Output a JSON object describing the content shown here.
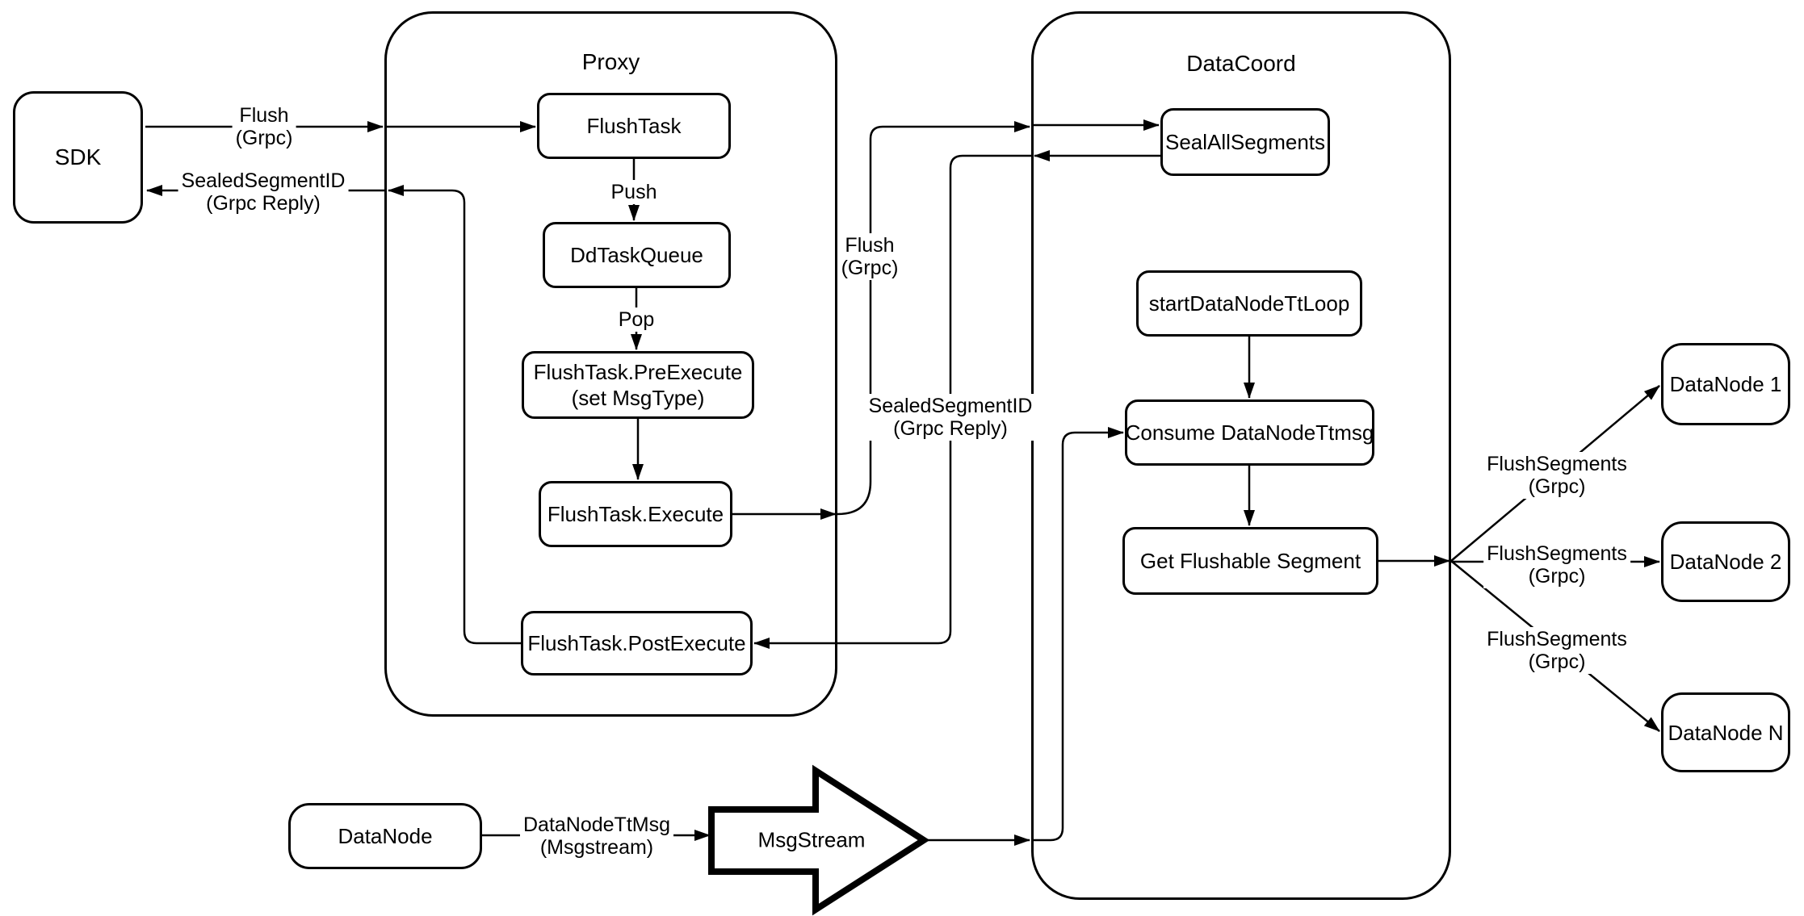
{
  "diagram": {
    "containers": {
      "proxy": {
        "title": "Proxy"
      },
      "datacoord": {
        "title": "DataCoord"
      }
    },
    "nodes": {
      "sdk": "SDK",
      "flush_task": "FlushTask",
      "dd_task_queue": "DdTaskQueue",
      "pre_execute_line1": "FlushTask.PreExecute",
      "pre_execute_line2": "(set MsgType)",
      "execute": "FlushTask.Execute",
      "post_execute": "FlushTask.PostExecute",
      "seal_all_segments": "SealAllSegments",
      "start_tt_loop": "startDataNodeTtLoop",
      "consume_ttmsg": "Consume DataNodeTtmsg",
      "get_flushable": "Get Flushable Segment",
      "datanode_1": "DataNode 1",
      "datanode_2": "DataNode 2",
      "datanode_n": "DataNode N",
      "datanode_bottom": "DataNode",
      "msgstream": "MsgStream"
    },
    "edge_labels": {
      "sdk_flush": {
        "line1": "Flush",
        "line2": "(Grpc)"
      },
      "sdk_reply": {
        "line1": "SealedSegmentID",
        "line2": "(Grpc Reply)"
      },
      "push": "Push",
      "pop": "Pop",
      "dc_flush": {
        "line1": "Flush",
        "line2": "(Grpc)"
      },
      "dc_reply": {
        "line1": "SealedSegmentID",
        "line2": "(Grpc Reply)"
      },
      "flush_segments_1": {
        "line1": "FlushSegments",
        "line2": "(Grpc)"
      },
      "flush_segments_2": {
        "line1": "FlushSegments",
        "line2": "(Grpc)"
      },
      "flush_segments_3": {
        "line1": "FlushSegments",
        "line2": "(Grpc)"
      },
      "datanode_ttmsg": {
        "line1": "DataNodeTtMsg",
        "line2": "(Msgstream)"
      }
    },
    "colors": {
      "stroke": "#000000",
      "background": "#ffffff"
    }
  }
}
